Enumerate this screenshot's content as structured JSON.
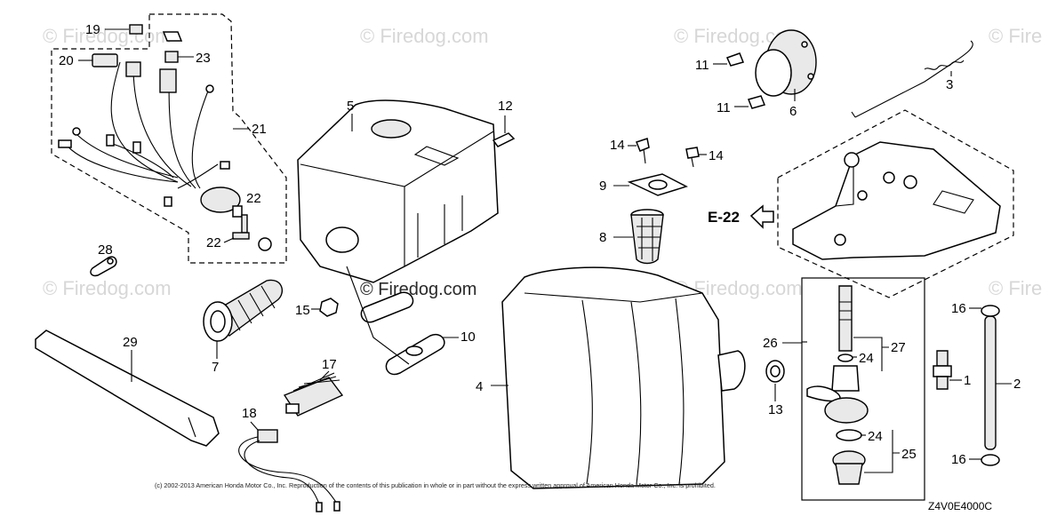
{
  "watermark": "© Firedog.com",
  "watermark_partial": "© Fire",
  "copyright": "(c) 2002-2013 American Honda Motor Co., Inc. Reproduction of the contents of this publication in whole or in part without the express written approval of American Honda Motor Co., Inc. is prohibited.",
  "diagram_code": "Z4V0E4000C",
  "reference": "E-22",
  "callouts": {
    "c1": "1",
    "c2": "2",
    "c3": "3",
    "c4": "4",
    "c5": "5",
    "c6": "6",
    "c7": "7",
    "c8": "8",
    "c9": "9",
    "c10": "10",
    "c11a": "11",
    "c11b": "11",
    "c12": "12",
    "c13": "13",
    "c14a": "14",
    "c14b": "14",
    "c15": "15",
    "c16a": "16",
    "c16b": "16",
    "c17": "17",
    "c18": "18",
    "c19": "19",
    "c20": "20",
    "c21": "21",
    "c22a": "22",
    "c22b": "22",
    "c23": "23",
    "c24a": "24",
    "c24b": "24",
    "c25": "25",
    "c26": "26",
    "c27": "27",
    "c28": "28",
    "c29": "29"
  }
}
